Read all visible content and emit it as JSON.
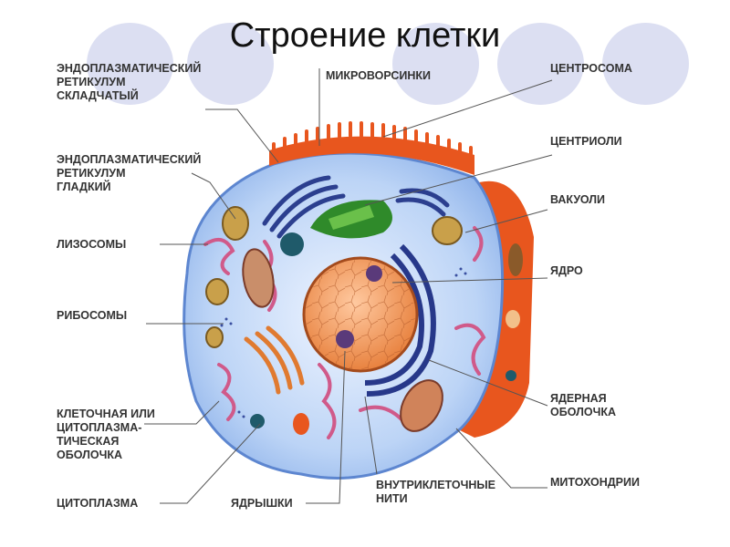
{
  "title": "Строение клетки",
  "labels": {
    "er_rough": [
      "ЭНДОПЛАЗМАТИЧЕСКИЙ",
      "РЕТИКУЛУМ",
      "СКЛАДЧАТЫЙ"
    ],
    "er_smooth": [
      "ЭНДОПЛАЗМАТИЧЕСКИЙ",
      "РЕТИКУЛУМ",
      "ГЛАДКИЙ"
    ],
    "lysosomes": "ЛИЗОСОМЫ",
    "ribosomes": "РИБОСОМЫ",
    "membrane": [
      "КЛЕТОЧНАЯ ИЛИ",
      "ЦИТОПЛАЗМА-",
      "ТИЧЕСКАЯ",
      "ОБОЛОЧКА"
    ],
    "cytoplasm": "ЦИТОПЛАЗМА",
    "nucleoli": "ЯДРЫШКИ",
    "filaments": [
      "ВНУТРИКЛЕТОЧНЫЕ",
      "НИТИ"
    ],
    "microvilli": "МИКРОВОРСИНКИ",
    "centrosome": "ЦЕНТРОСОМА",
    "centrioles": "ЦЕНТРИОЛИ",
    "vacuoles": "ВАКУОЛИ",
    "nucleus": "ЯДРО",
    "nuclear_envelope": [
      "ЯДЕРНАЯ",
      "ОБОЛОЧКА"
    ],
    "mitochondria": "МИТОХОНДРИИ"
  }
}
